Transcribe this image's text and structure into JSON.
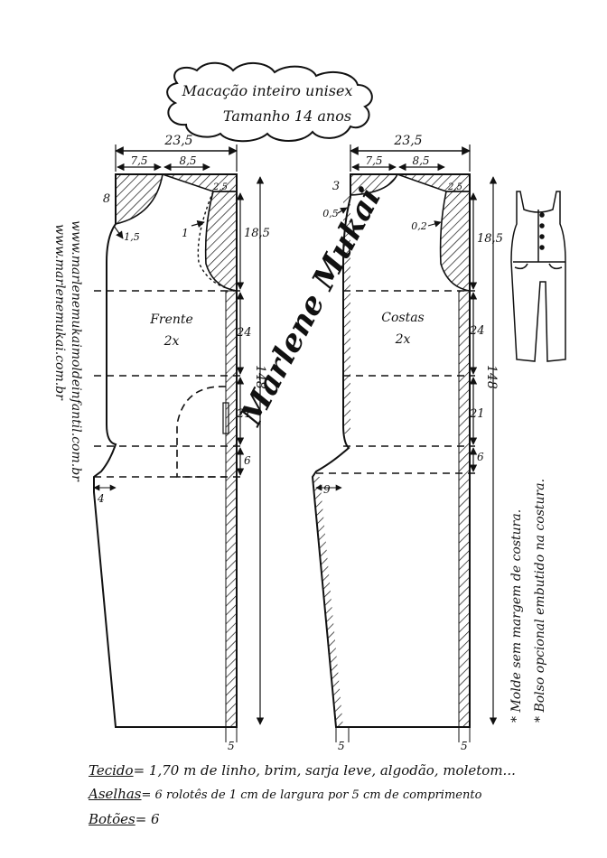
{
  "title": {
    "line1": "Macação inteiro unisex",
    "line2": "Tamanho 14 anos"
  },
  "front": {
    "label": "Frente",
    "count": "2x",
    "width_top": "23,5",
    "shoulder_left": "7,5",
    "shoulder_right": "8,5",
    "armhole_drop": "18,5",
    "neck_drop": "8",
    "neck_offset": "1,5",
    "armhole_offset": "1",
    "shoulder_height": "2,5",
    "segment_a": "24",
    "segment_b": "21",
    "segment_c": "6",
    "total_length": "148",
    "crotch": "4",
    "hem": "5"
  },
  "back": {
    "label": "Costas",
    "count": "2x",
    "width_top": "23,5",
    "shoulder_left": "7,5",
    "shoulder_right": "8,5",
    "armhole_drop": "18,5",
    "neck_drop": "3",
    "neck_offset": "0,5",
    "armhole_offset": "0,2",
    "shoulder_height": "2,5",
    "segment_a": "24",
    "segment_b": "21",
    "segment_c": "6",
    "total_length": "148",
    "crotch": "9",
    "hem_left": "5",
    "hem_right": "5"
  },
  "side_notes": {
    "url1": "www.marlenemukaimoldeinfantil.com.br",
    "url2": "www.marlenemukai.com.br",
    "note1": "* Molde sem margem de costura.",
    "note2": "* Bolso opcional embutido na costura."
  },
  "signature": "Marlene Mukai",
  "notes": {
    "fabric_key": "Tecido",
    "fabric_value": "= 1,70 m de linho, brim, sarja leve, algodão, moletom...",
    "loops_key": "Aselhas",
    "loops_value": "= 6 rolotês de 1 cm de largura por 5 cm de comprimento",
    "buttons_key": "Botões",
    "buttons_value": "= 6"
  },
  "colors": {
    "ink": "#111111",
    "paper": "#ffffff"
  }
}
